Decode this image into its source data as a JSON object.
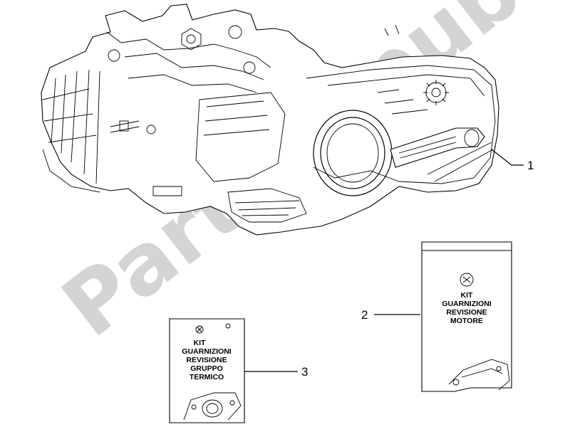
{
  "watermark": {
    "text": "PartsRepublik"
  },
  "callouts": [
    {
      "number": "1"
    },
    {
      "number": "2"
    },
    {
      "number": "3"
    }
  ],
  "kit_motore": {
    "lines": [
      "KIT",
      "GUARNIZIONI",
      "REVISIONE",
      "MOTORE"
    ]
  },
  "kit_termico": {
    "lines": [
      "KIT",
      "GUARNIZIONI",
      "REVISIONE",
      "GRUPPO",
      "TERMICO"
    ]
  }
}
